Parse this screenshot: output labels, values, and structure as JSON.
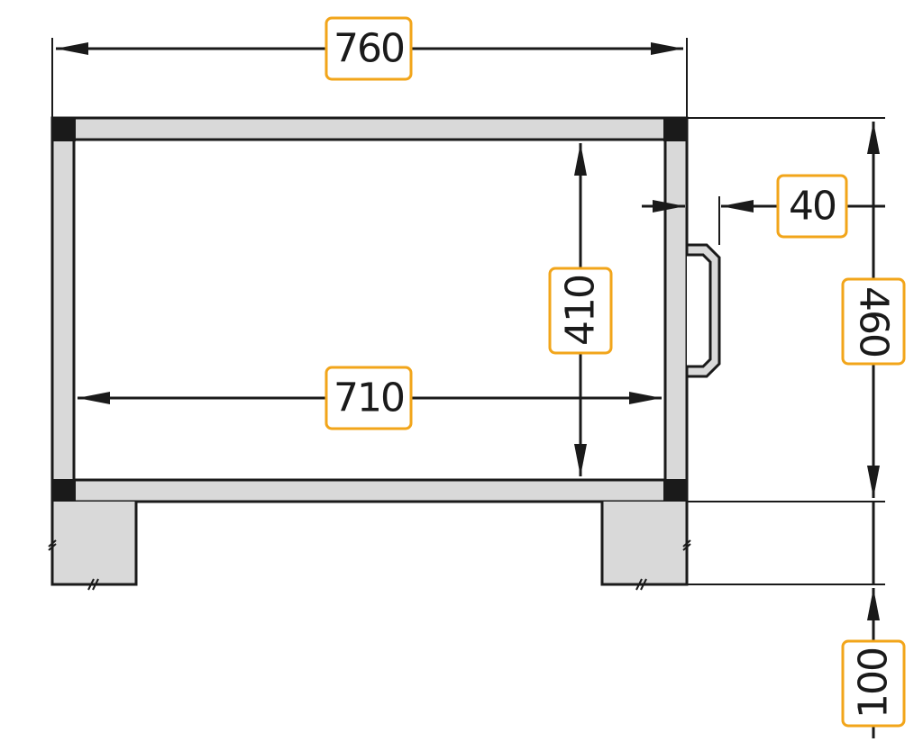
{
  "colors": {
    "line": "#1a1a1a",
    "panel_fill": "#d9d9d9",
    "corner_fill": "#1a1a1a",
    "label_border": "#f2a51a",
    "label_fill": "#ffffff"
  },
  "dimensions": {
    "overall_width": "760",
    "inner_width": "710",
    "inner_height": "410",
    "overall_height": "460",
    "handle_depth": "40",
    "leg_height": "100"
  }
}
